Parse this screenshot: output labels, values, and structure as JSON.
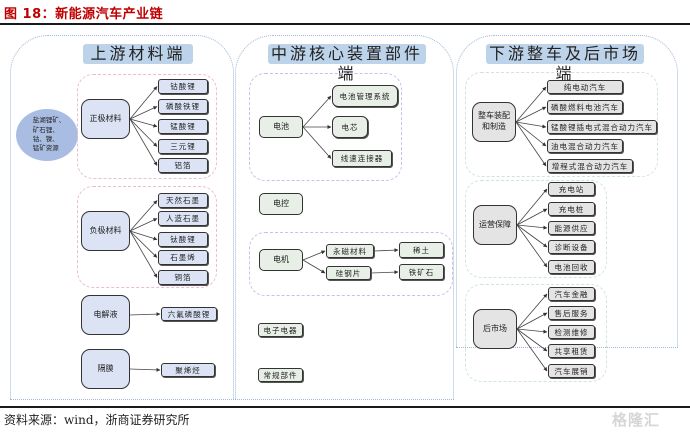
{
  "figure": {
    "title": "图 18：新能源汽车产业链",
    "source": "资料来源：wind，浙商证券研究所",
    "watermark": "格隆汇"
  },
  "colors": {
    "title_red": "#c00000",
    "column_header_bg": "#bcd3ea",
    "upstream_node_bg": "#dbe3f4",
    "midstream_node_bg": "#e7efe6",
    "downstream_node_bg": "#e4e4e4",
    "resource_ellipse": "#a9bde3",
    "upstream_group_border": "#f0b9d4",
    "midstream_group_border": "#c4c2ec",
    "downstream_group_border": "#cfe5d7"
  },
  "upstream": {
    "title": "上游材料端",
    "resources": "盐湖锂矿、矿石锂、钴、镍、锰矿资源",
    "resources_lines": [
      "盐湖锂矿、",
      "矿石锂、",
      "钴、镍、",
      "锰矿资源"
    ],
    "cathode": {
      "label": "正极材料",
      "items": [
        "钴酸锂",
        "磷酸铁锂",
        "锰酸锂",
        "三元锂",
        "铝箔"
      ]
    },
    "anode": {
      "label": "负极材料",
      "items": [
        "天然石墨",
        "人造石墨",
        "钛酸锂",
        "石墨烯",
        "铜箔"
      ]
    },
    "electrolyte": {
      "label": "电解液",
      "items": [
        "六氟磷酸锂"
      ]
    },
    "separator": {
      "label": "隔膜",
      "items": [
        "聚烯烃"
      ]
    }
  },
  "midstream": {
    "title": "中游核心装置部件端",
    "battery": {
      "label": "电池",
      "items": [
        "电池管理系统",
        "电芯",
        "线速连接器"
      ]
    },
    "control": {
      "label": "电控"
    },
    "motor": {
      "label": "电机",
      "items": [
        {
          "label": "永磁材料",
          "source": "稀土"
        },
        {
          "label": "硅钢片",
          "source": "铁矿石"
        }
      ]
    },
    "electronics": {
      "label": "电子电器"
    },
    "general_parts": {
      "label": "常规部件"
    }
  },
  "downstream": {
    "title": "下游整车及后市场端",
    "manufacturing": {
      "label_lines": [
        "整车装配",
        "和制造"
      ],
      "items": [
        "纯电动汽车",
        "磷酸燃料电池汽车",
        "锰酸锂插电式混合动力汽车",
        "油电混合动力汽车",
        "增程式混合动力汽车"
      ]
    },
    "operations": {
      "label": "运营保障",
      "items": [
        "充电站",
        "充电桩",
        "能源供应",
        "诊断设备",
        "电池回收"
      ]
    },
    "aftermarket": {
      "label": "后市场",
      "items": [
        "汽车金融",
        "售后服务",
        "检测维修",
        "共享租赁",
        "汽车展销"
      ]
    }
  }
}
